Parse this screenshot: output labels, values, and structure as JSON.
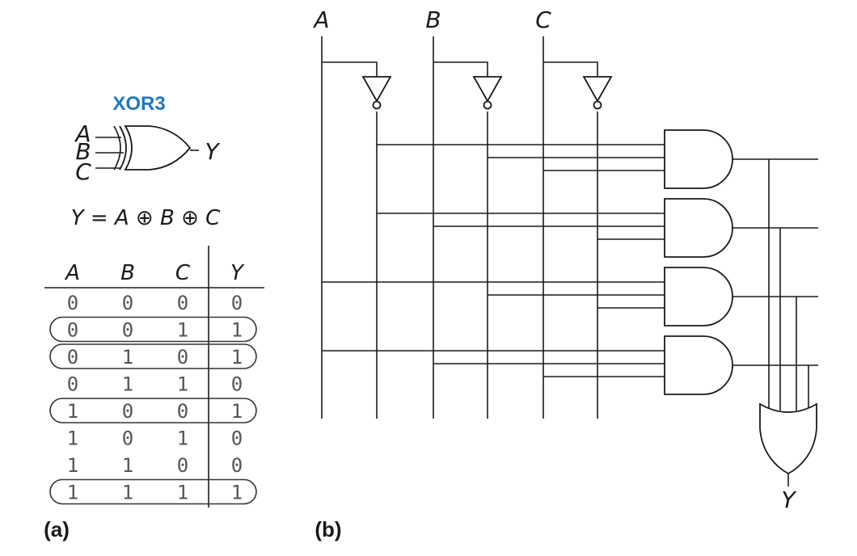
{
  "symbol": {
    "title": "XOR3",
    "inputs": [
      "A",
      "B",
      "C"
    ],
    "output": "Y",
    "equation": "Y = A ⊕ B ⊕ C"
  },
  "truth_table": {
    "headers": [
      "A",
      "B",
      "C",
      "Y"
    ],
    "rows": [
      {
        "A": "0",
        "B": "0",
        "C": "0",
        "Y": "0",
        "highlighted": false
      },
      {
        "A": "0",
        "B": "0",
        "C": "1",
        "Y": "1",
        "highlighted": true
      },
      {
        "A": "0",
        "B": "1",
        "C": "0",
        "Y": "1",
        "highlighted": true
      },
      {
        "A": "0",
        "B": "1",
        "C": "1",
        "Y": "0",
        "highlighted": false
      },
      {
        "A": "1",
        "B": "0",
        "C": "0",
        "Y": "1",
        "highlighted": true
      },
      {
        "A": "1",
        "B": "0",
        "C": "1",
        "Y": "0",
        "highlighted": false
      },
      {
        "A": "1",
        "B": "1",
        "C": "0",
        "Y": "0",
        "highlighted": false
      },
      {
        "A": "1",
        "B": "1",
        "C": "1",
        "Y": "1",
        "highlighted": true
      }
    ]
  },
  "circuit": {
    "inputs": [
      "A",
      "B",
      "C"
    ],
    "output": "Y"
  },
  "panels": {
    "a": "(a)",
    "b": "(b)"
  }
}
